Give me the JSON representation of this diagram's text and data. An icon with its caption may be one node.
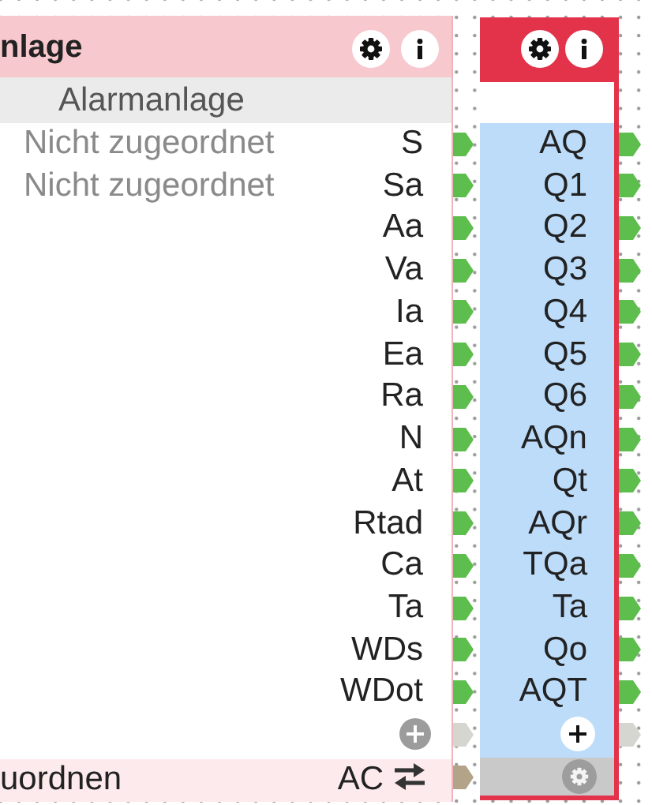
{
  "diagram": {
    "nodes": [
      {
        "text": [
          "nlage",
          "Nicht zugeordnet",
          "S",
          "Nicht zugeordnet",
          "Sa",
          "Aa",
          "Va",
          "Ia",
          "Ea",
          "Ra",
          "N",
          "At",
          "Rtad",
          "Ca",
          "Ta",
          "WDs",
          "WDot"
        ]
      },
      {
        "text": [
          "Alarmanlage"
        ],
        "in": 0
      },
      {
        "text": [
          "uordnen",
          "AC"
        ],
        "in": 0
      },
      {
        "text": [],
        "shape": "box"
      },
      {
        "text": [
          "AQ",
          "Q1",
          "Q2",
          "Q3",
          "Q4",
          "Q5",
          "Q6",
          "AQn",
          "Qt",
          "AQr",
          "TQa",
          "Ta",
          "Qo",
          "AQT"
        ],
        "in": 3
      }
    ]
  }
}
